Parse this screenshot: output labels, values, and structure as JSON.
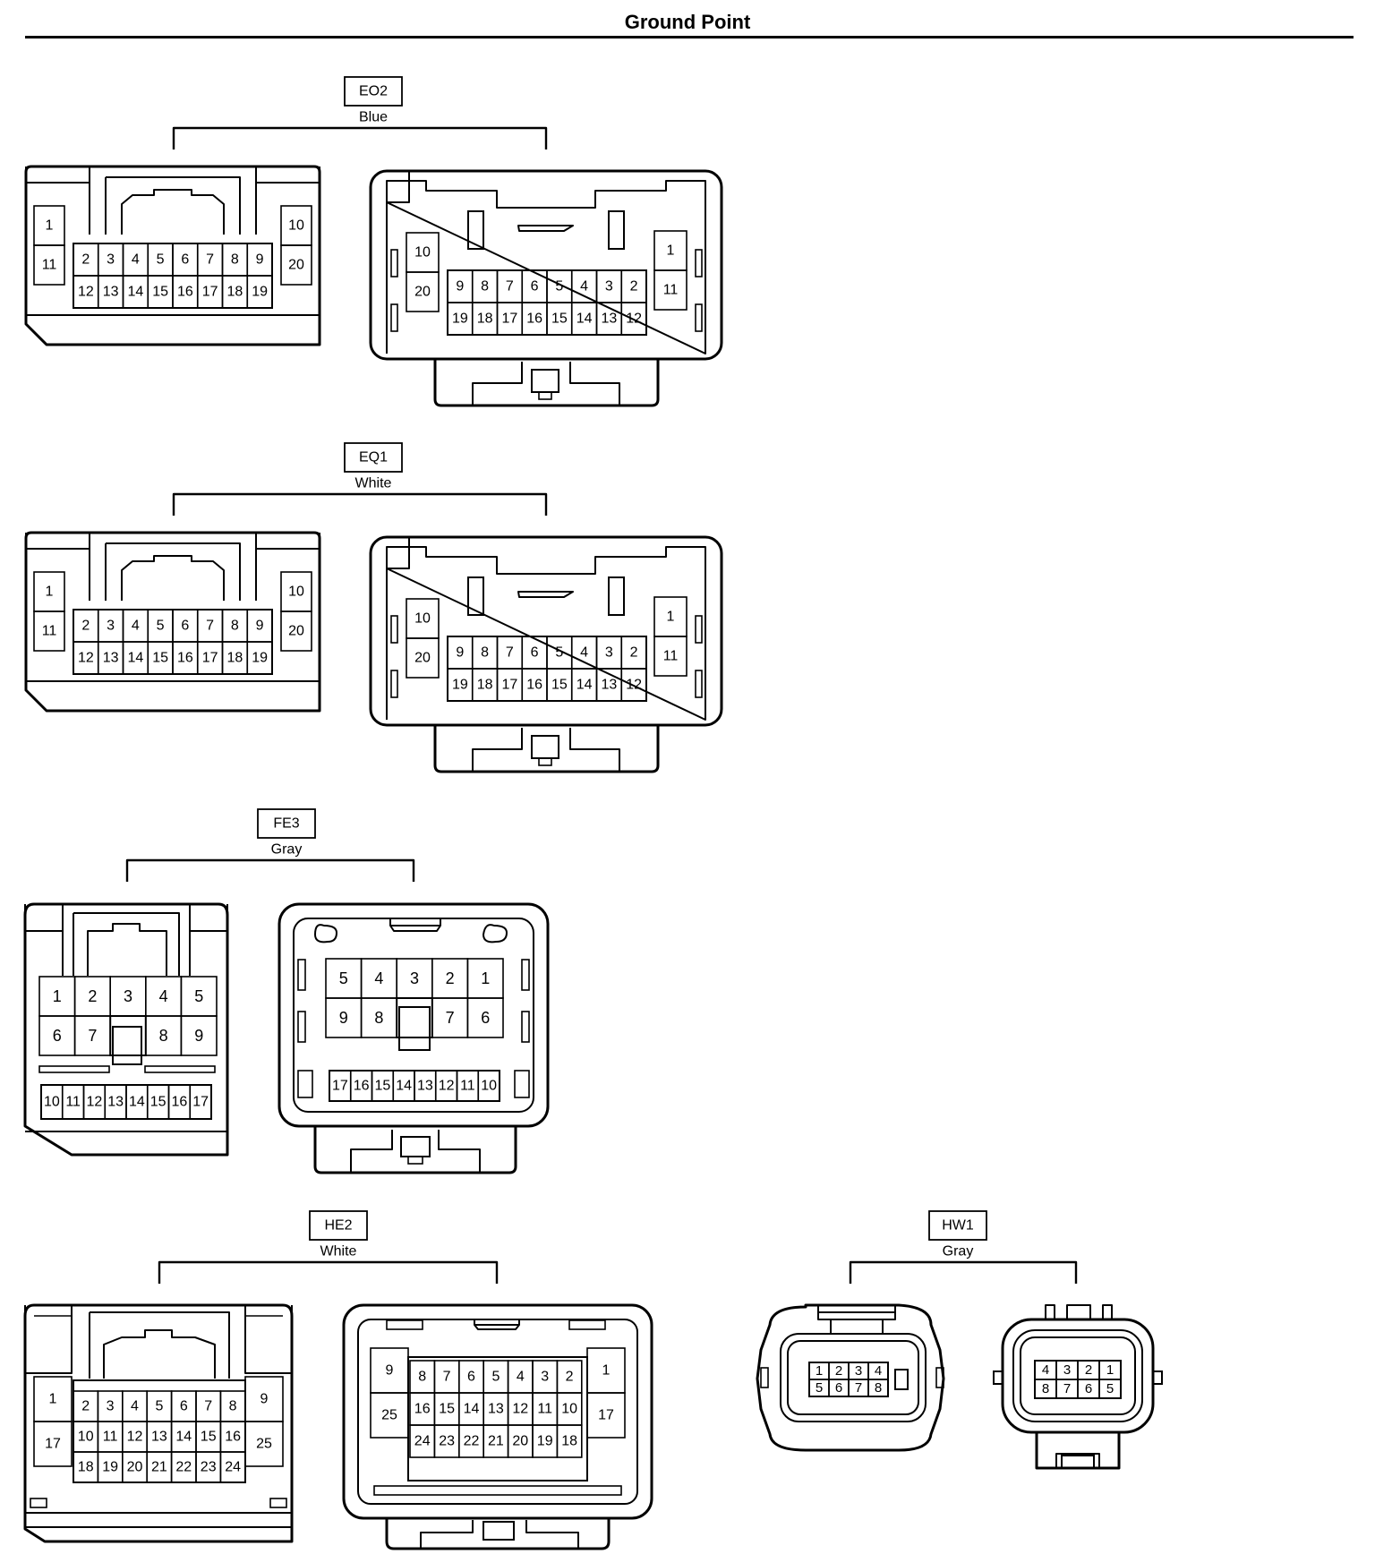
{
  "title": "Ground Point",
  "connectors": [
    {
      "code": "EO2",
      "color": "Blue"
    },
    {
      "code": "EQ1",
      "color": "White"
    },
    {
      "code": "FE3",
      "color": "Gray"
    },
    {
      "code": "HE2",
      "color": "White"
    },
    {
      "code": "HW1",
      "color": "Gray"
    }
  ],
  "pins": {
    "big20_left": {
      "top": [
        "2",
        "3",
        "4",
        "5",
        "6",
        "7",
        "8",
        "9"
      ],
      "bottom": [
        "12",
        "13",
        "14",
        "15",
        "16",
        "17",
        "18",
        "19"
      ],
      "left": [
        "1",
        "11"
      ],
      "right": [
        "10",
        "20"
      ]
    },
    "big20_right": {
      "top": [
        "9",
        "8",
        "7",
        "6",
        "5",
        "4",
        "3",
        "2"
      ],
      "bottom": [
        "19",
        "18",
        "17",
        "16",
        "15",
        "14",
        "13",
        "12"
      ],
      "left": [
        "10",
        "20"
      ],
      "right": [
        "1",
        "11"
      ]
    },
    "fe3_left": {
      "row1": [
        "1",
        "2",
        "3",
        "4",
        "5"
      ],
      "row2": [
        "6",
        "7",
        "",
        "8",
        "9"
      ],
      "row3": [
        "10",
        "11",
        "12",
        "13",
        "14",
        "15",
        "16",
        "17"
      ]
    },
    "fe3_right": {
      "row1": [
        "5",
        "4",
        "3",
        "2",
        "1"
      ],
      "row2": [
        "9",
        "8",
        "",
        "7",
        "6"
      ],
      "row3": [
        "17",
        "16",
        "15",
        "14",
        "13",
        "12",
        "11",
        "10"
      ]
    },
    "he2_left": {
      "row1": [
        "2",
        "3",
        "4",
        "5",
        "6",
        "7",
        "8"
      ],
      "row2": [
        "10",
        "11",
        "12",
        "13",
        "14",
        "15",
        "16"
      ],
      "row3": [
        "18",
        "19",
        "20",
        "21",
        "22",
        "23",
        "24"
      ],
      "left": [
        "1",
        "17"
      ],
      "right": [
        "9",
        "25"
      ]
    },
    "he2_right": {
      "row1": [
        "8",
        "7",
        "6",
        "5",
        "4",
        "3",
        "2"
      ],
      "row2": [
        "16",
        "15",
        "14",
        "13",
        "12",
        "11",
        "10"
      ],
      "row3": [
        "24",
        "23",
        "22",
        "21",
        "20",
        "19",
        "18"
      ],
      "left": [
        "9",
        "25"
      ],
      "right": [
        "1",
        "17"
      ]
    },
    "hw1_left": {
      "row1": [
        "1",
        "2",
        "3",
        "4"
      ],
      "row2": [
        "5",
        "6",
        "7",
        "8"
      ]
    },
    "hw1_right": {
      "row1": [
        "4",
        "3",
        "2",
        "1"
      ],
      "row2": [
        "8",
        "7",
        "6",
        "5"
      ]
    }
  }
}
